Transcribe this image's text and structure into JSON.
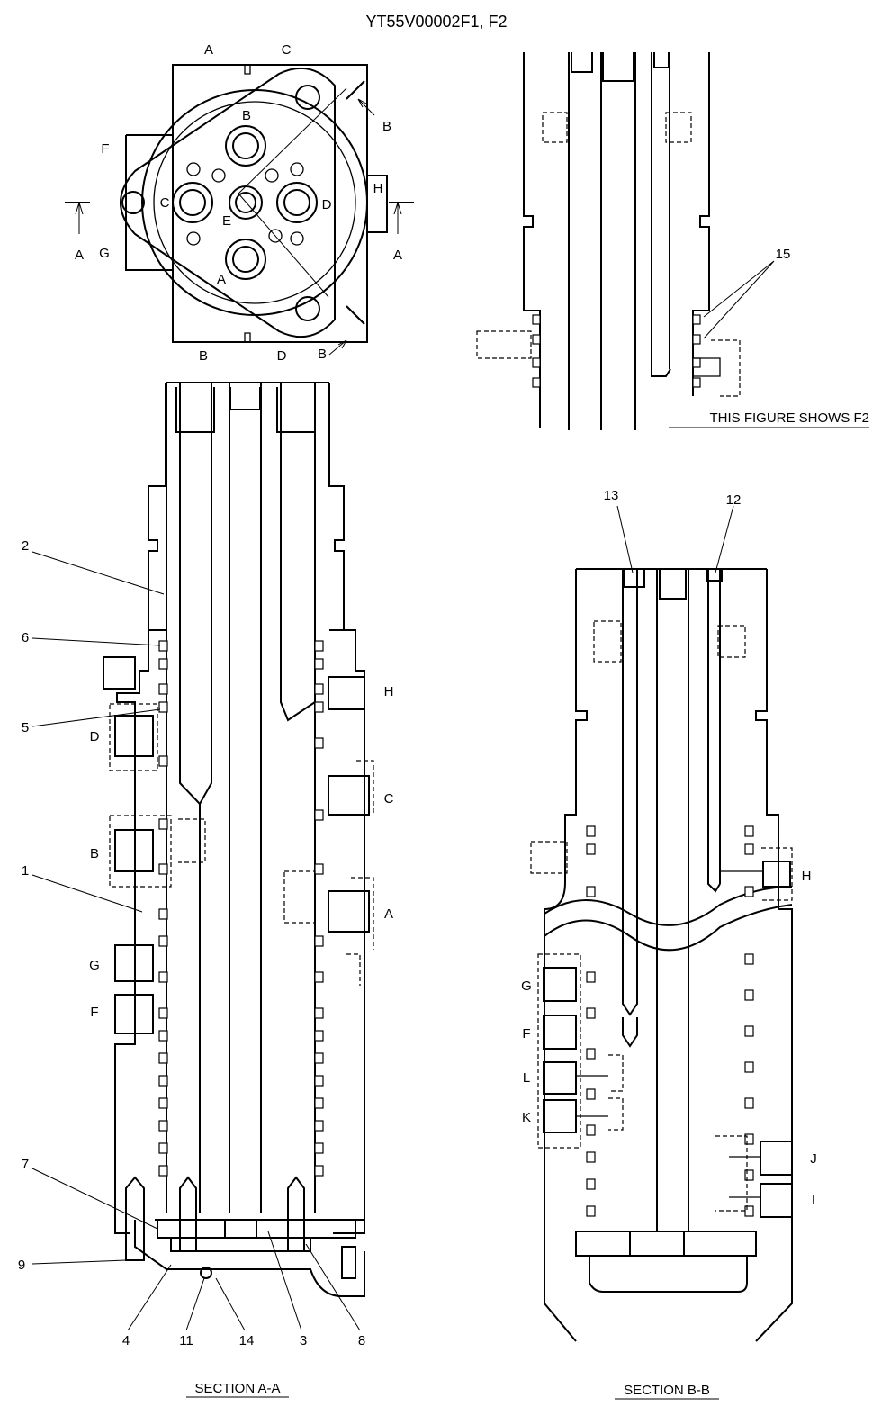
{
  "title": "YT55V00002F1, F2",
  "top_view": {
    "port_labels": [
      "A",
      "C",
      "F",
      "H",
      "G",
      "B",
      "D",
      "B",
      "C",
      "E",
      "D",
      "A"
    ],
    "section_marks": [
      "A",
      "A",
      "B",
      "B"
    ]
  },
  "section_aa": {
    "caption": "SECTION A-A",
    "port_labels": [
      "H",
      "D",
      "C",
      "B",
      "A",
      "G",
      "F"
    ],
    "callouts": [
      "2",
      "6",
      "5",
      "1",
      "7",
      "9",
      "4",
      "11",
      "14",
      "3",
      "8"
    ]
  },
  "detail_f2": {
    "note": "THIS FIGURE SHOWS  F2",
    "callouts": [
      "15"
    ]
  },
  "section_bb": {
    "caption": "SECTION B-B",
    "port_labels": [
      "H",
      "G",
      "F",
      "L",
      "K",
      "J",
      "I"
    ],
    "callouts": [
      "13",
      "12"
    ]
  }
}
